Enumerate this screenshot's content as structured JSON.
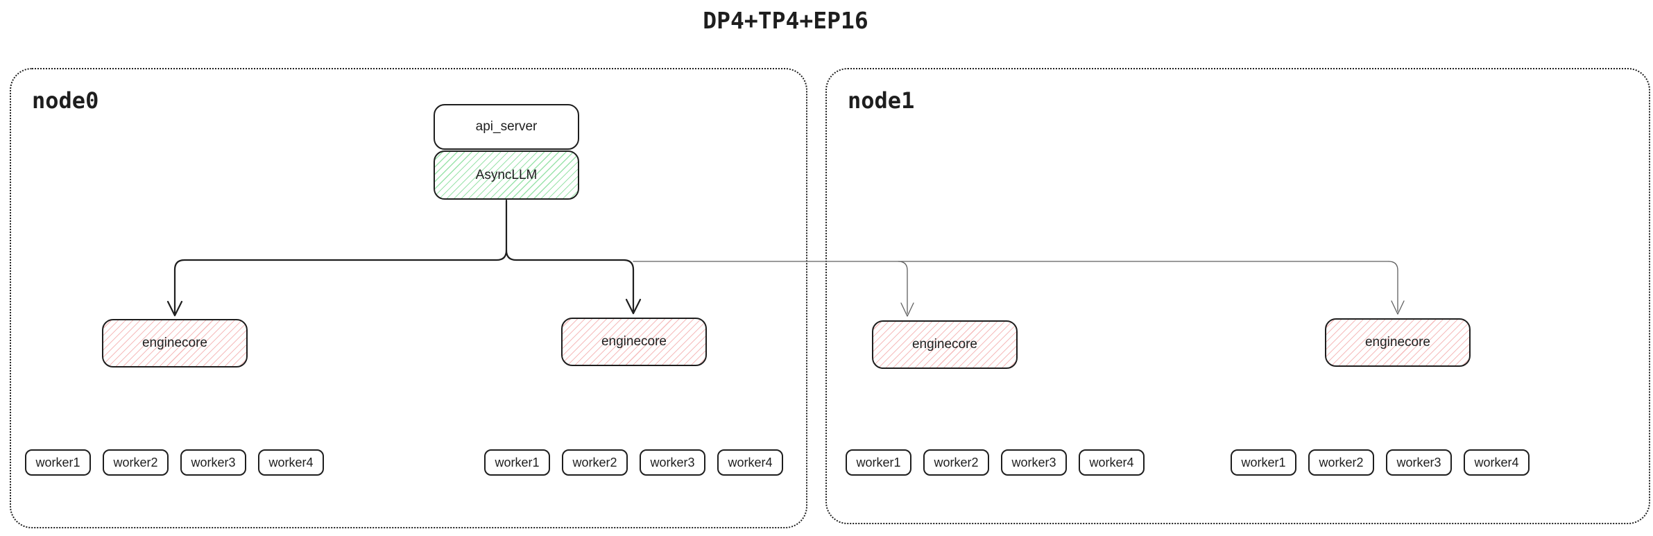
{
  "title": "DP4+TP4+EP16",
  "nodes": [
    {
      "label": "node0",
      "api_server": "api_server",
      "async_llm": "AsyncLLM",
      "enginecores": [
        {
          "label": "enginecore",
          "workers": [
            "worker1",
            "worker2",
            "worker3",
            "worker4"
          ]
        },
        {
          "label": "enginecore",
          "workers": [
            "worker1",
            "worker2",
            "worker3",
            "worker4"
          ]
        }
      ]
    },
    {
      "label": "node1",
      "enginecores": [
        {
          "label": "enginecore",
          "workers": [
            "worker1",
            "worker2",
            "worker3",
            "worker4"
          ]
        },
        {
          "label": "enginecore",
          "workers": [
            "worker1",
            "worker2",
            "worker3",
            "worker4"
          ]
        }
      ]
    }
  ],
  "colors": {
    "ink": "#1e1e1e",
    "green_hatch": "#9be3ab",
    "red_hatch": "#f6bcbc",
    "thin_line": "#5f5f5f"
  }
}
